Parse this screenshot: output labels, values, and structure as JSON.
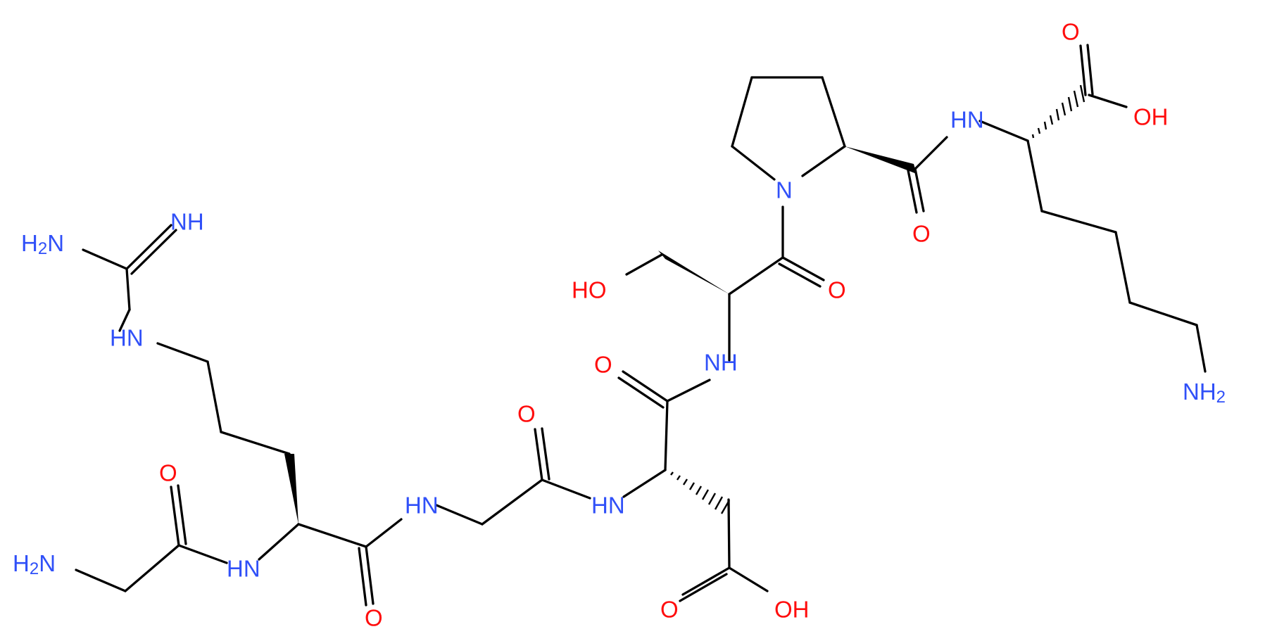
{
  "molecule": {
    "atoms": [
      {
        "id": "n_gly",
        "label": "H2N",
        "main": "H",
        "sub": "2",
        "tail": "N",
        "element": "N"
      },
      {
        "id": "o_gly",
        "label": "O",
        "element": "O"
      },
      {
        "id": "n_arg",
        "label": "HN",
        "element": "N"
      },
      {
        "id": "n_gu_h2n",
        "label": "H2N",
        "main": "H",
        "sub": "2",
        "tail": "N",
        "element": "N"
      },
      {
        "id": "n_gu_nh",
        "label": "NH",
        "element": "N"
      },
      {
        "id": "n_gu_hn",
        "label": "HN",
        "element": "N"
      },
      {
        "id": "o_arg",
        "label": "O",
        "element": "O"
      },
      {
        "id": "n_gly2",
        "label": "HN",
        "element": "N"
      },
      {
        "id": "o_gly2",
        "label": "O",
        "element": "O"
      },
      {
        "id": "n_asp",
        "label": "HN",
        "element": "N"
      },
      {
        "id": "o_asp_c",
        "label": "O",
        "element": "O"
      },
      {
        "id": "o_asp_side",
        "label": "O",
        "element": "O"
      },
      {
        "id": "oh_asp",
        "label": "OH",
        "element": "O"
      },
      {
        "id": "n_ser",
        "label": "NH",
        "element": "N"
      },
      {
        "id": "oh_ser",
        "label": "HO",
        "element": "O"
      },
      {
        "id": "o_ser",
        "label": "O",
        "element": "O"
      },
      {
        "id": "n_pro",
        "label": "N",
        "element": "N"
      },
      {
        "id": "o_pro",
        "label": "O",
        "element": "O"
      },
      {
        "id": "n_lys",
        "label": "HN",
        "element": "N"
      },
      {
        "id": "o_lys",
        "label": "O",
        "element": "O"
      },
      {
        "id": "oh_lys",
        "label": "OH",
        "element": "O"
      },
      {
        "id": "n_lys_eps",
        "label": "NH2",
        "main": "NH",
        "sub": "2",
        "element": "N"
      }
    ],
    "colors": {
      "bond": "#000000",
      "nitrogen": "#3050F8",
      "oxygen": "#FF0D0D"
    }
  }
}
